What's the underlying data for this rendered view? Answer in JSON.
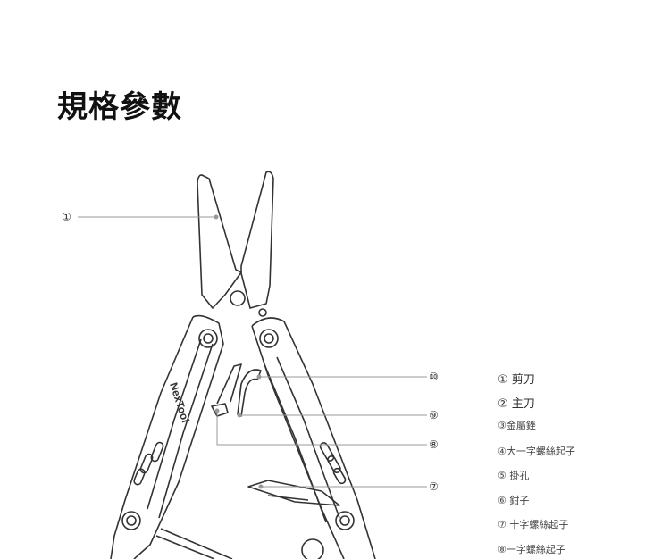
{
  "title": "規格參數",
  "brand_mark": "NexTool",
  "callouts": [
    {
      "num": "①"
    },
    {
      "num": "⑩"
    },
    {
      "num": "⑨"
    },
    {
      "num": "⑧"
    },
    {
      "num": "⑦"
    }
  ],
  "legend": [
    {
      "num": "①",
      "label": "剪刀"
    },
    {
      "num": "②",
      "label": "主刀"
    },
    {
      "num": "③",
      "label": "金屬銼"
    },
    {
      "num": "④",
      "label": "大一字螺絲起子"
    },
    {
      "num": "⑤",
      "label": "掛孔"
    },
    {
      "num": "⑥",
      "label": "鉗子"
    },
    {
      "num": "⑦",
      "label": "十字螺絲起子"
    },
    {
      "num": "⑧",
      "label": "一字螺絲起子"
    }
  ]
}
